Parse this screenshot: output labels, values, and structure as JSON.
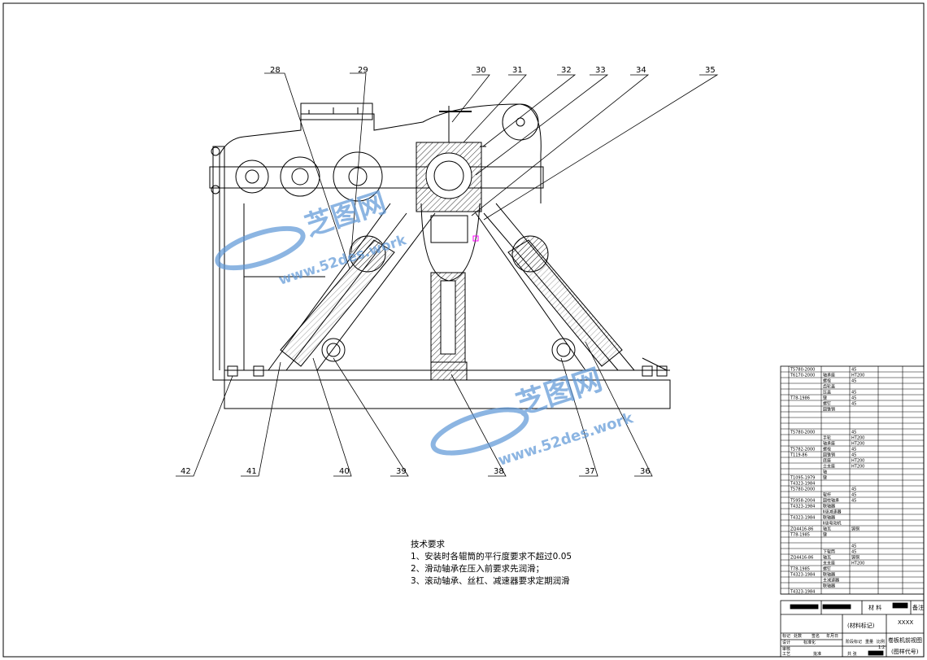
{
  "part_labels": [
    "28",
    "29",
    "30",
    "31",
    "32",
    "33",
    "34",
    "35",
    "36",
    "37",
    "38",
    "39",
    "40",
    "41",
    "42"
  ],
  "notes": {
    "title": "技术要求",
    "items": [
      "1、安装时各辊筒的平行度要求不超过0.05",
      "2、滑动轴承在压入前要求先润滑；",
      "3、滚动轴承、丝杠、减速器要求定期润滑"
    ]
  },
  "parts_table": {
    "rows": [
      [
        "T5780-2000",
        "",
        "45"
      ],
      [
        "T6170-2000",
        "轴承座",
        "HT200"
      ],
      [
        "",
        "螺栓",
        "45"
      ],
      [
        "",
        "齿轮盖",
        ""
      ],
      [
        "",
        "压盖",
        "45"
      ],
      [
        "T78-1986",
        "键",
        "45"
      ],
      [
        "",
        "螺钉",
        "45"
      ],
      [
        "",
        "圆锥销",
        ""
      ],
      [
        "",
        "",
        ""
      ],
      [
        "",
        "",
        ""
      ],
      [
        "",
        "",
        ""
      ],
      [
        "T5780-2000",
        "",
        "45"
      ],
      [
        "",
        "手轮",
        "HT200"
      ],
      [
        "",
        "轴承座",
        "HT200"
      ],
      [
        "T5782-2000",
        "螺栓",
        "45"
      ],
      [
        "T119-86",
        "圆锥销",
        "45"
      ],
      [
        "",
        "底座",
        "HT200"
      ],
      [
        "",
        "立支座",
        "HT200"
      ],
      [
        "",
        "轴",
        ""
      ],
      [
        "T1095-1979",
        "键",
        ""
      ],
      [
        "T4323-1984",
        "",
        ""
      ],
      [
        "T5780-2000",
        "",
        "45"
      ],
      [
        "",
        "辊杆",
        "45"
      ],
      [
        "T5958-2004",
        "圆柱轴承",
        "45"
      ],
      [
        "T4323-1984",
        "联轴器",
        ""
      ],
      [
        "",
        "Ⅱ级减速器",
        ""
      ],
      [
        "T4323-1984",
        "联轴器",
        ""
      ],
      [
        "",
        "Ⅱ级电动机",
        ""
      ],
      [
        "ZQ4416-86",
        "轴瓦",
        "铸铜"
      ],
      [
        "T78-1985",
        "键",
        ""
      ],
      [
        "",
        "",
        ""
      ],
      [
        "",
        "",
        "45"
      ],
      [
        "",
        "下辊筒",
        "45"
      ],
      [
        "ZQ4416-86",
        "轴瓦",
        "铸铜"
      ],
      [
        "",
        "支支座",
        "HT200"
      ],
      [
        "T78-1985",
        "螺钉",
        ""
      ],
      [
        "T4323-1984",
        "联轴器",
        ""
      ],
      [
        "",
        "主减速器",
        ""
      ],
      [
        "",
        "联轴器",
        ""
      ],
      [
        "T4323-1984",
        "",
        ""
      ]
    ]
  },
  "title_block": {
    "material_header": "材  料",
    "remarks_header": "备注",
    "material_mark": "(材料标记)",
    "company": "XXXX",
    "drawing_name": "卷板机前视图",
    "drawing_code": "(图样代号)",
    "stage_label": "阶段标记",
    "weight_label": "重量",
    "scale_label": "比例",
    "scale_value": "1:2",
    "designer_label": "设计",
    "standard_label": "标准化",
    "review_label": "审核",
    "process_label": "工艺",
    "approve_label": "批准",
    "mark_label": "标记",
    "count_label": "处数",
    "sign_label": "签名",
    "date_label": "年月日",
    "total_label": "共  张"
  },
  "watermarks": [
    {
      "brand": "芝图网",
      "url": "www.52des.work"
    },
    {
      "brand": "芝图网",
      "url": "www.52des.work"
    }
  ],
  "colors": {
    "line": "#000000",
    "watermark": "#5c96d6",
    "accent": "#ff00ff"
  }
}
